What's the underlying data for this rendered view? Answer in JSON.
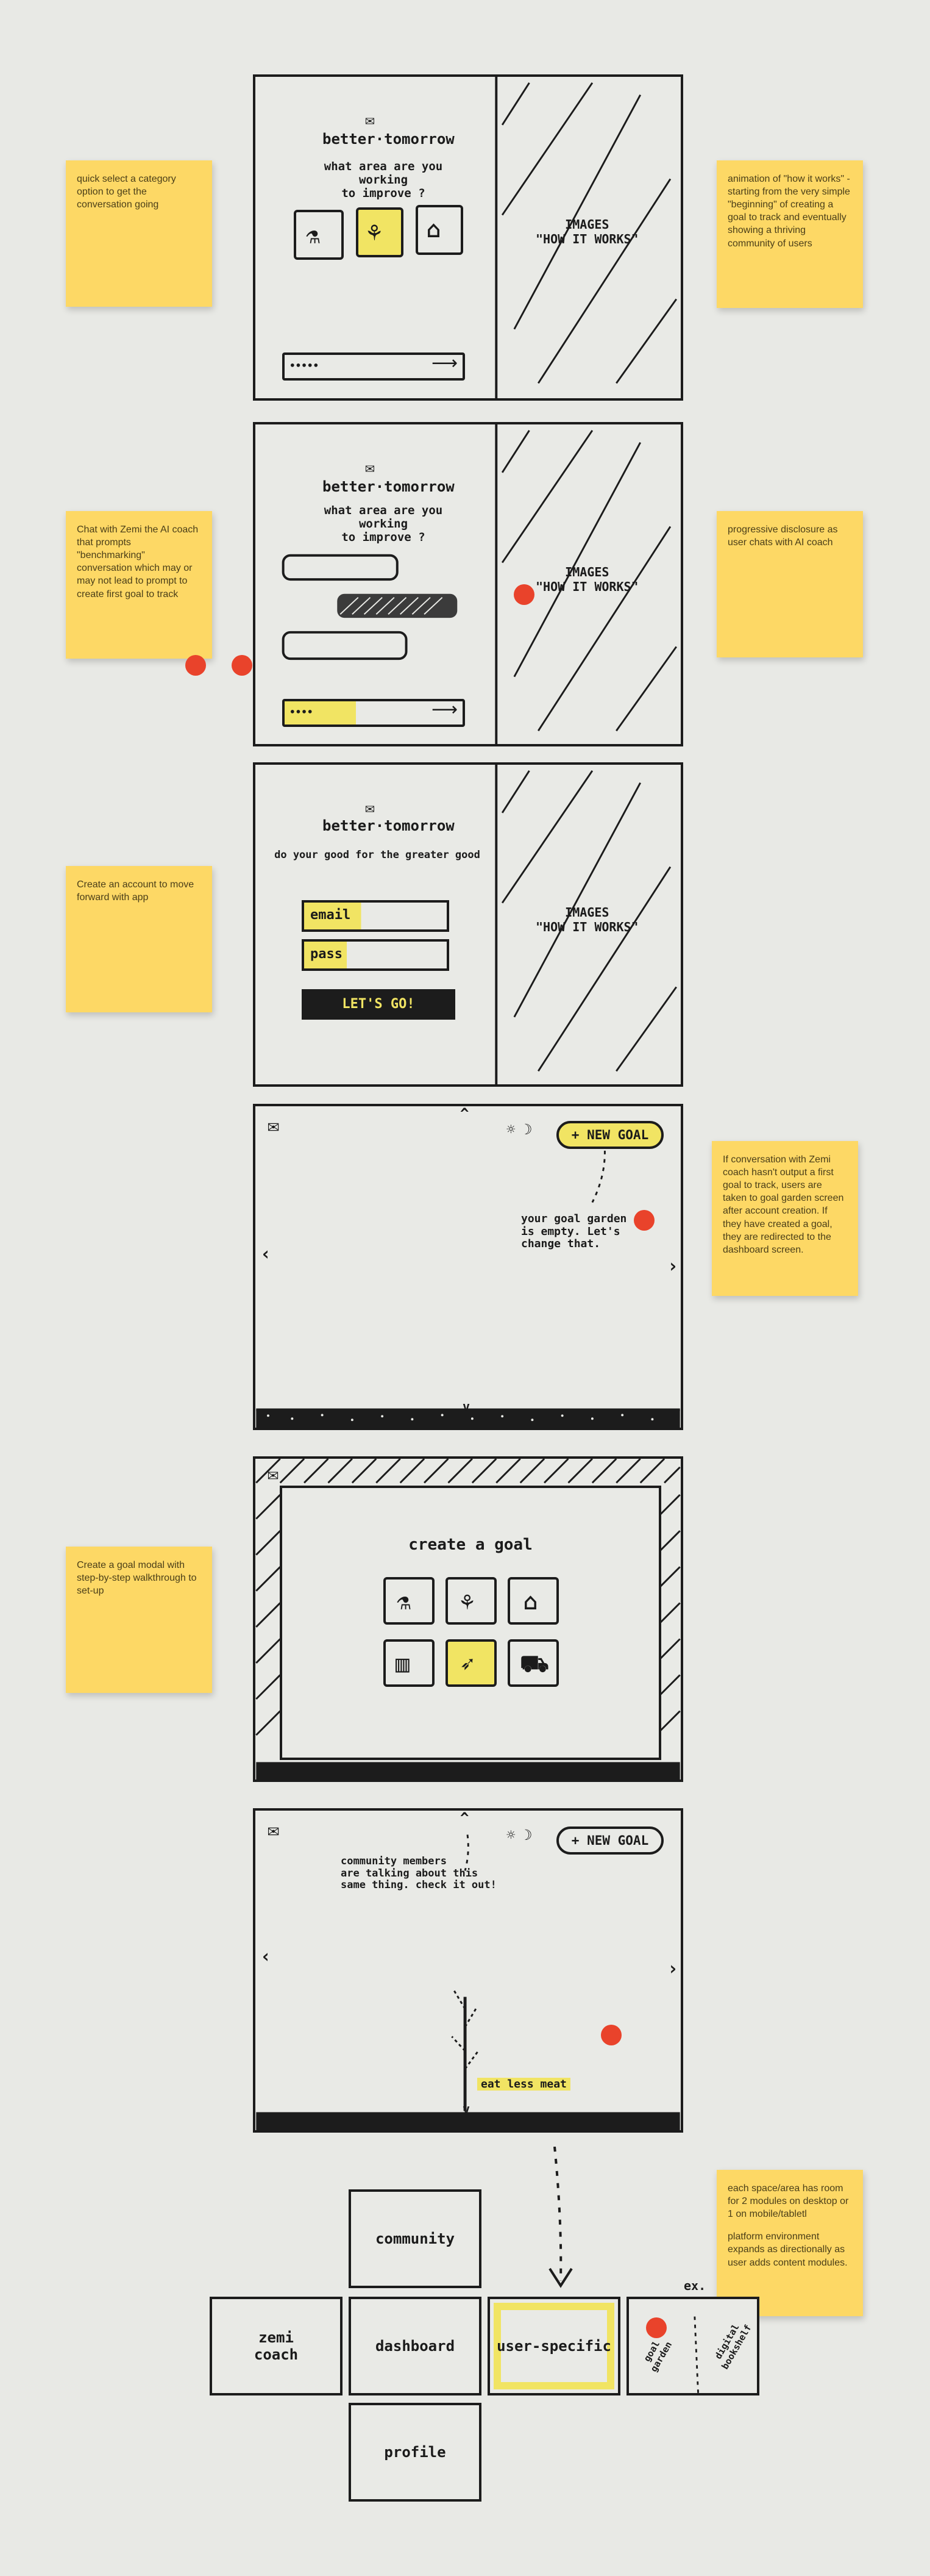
{
  "app": {
    "logo": "better·tomorrow"
  },
  "screen1": {
    "question": "what area are you working\nto improve ?",
    "images_label": "IMAGES\n\"HOW IT WORKS\"",
    "input_dots": "•••••"
  },
  "screen2": {
    "question": "what area are you working\nto improve ?",
    "images_label": "IMAGES\n\"HOW IT WORKS\"",
    "input_dots": "••••"
  },
  "screen3": {
    "tagline": "do your good for the greater good",
    "email_label": "email",
    "pass_label": "pass",
    "cta": "LET'S GO!",
    "images_label": "IMAGES\n\"HOW IT WORKS\""
  },
  "screen4": {
    "new_goal": "+ NEW GOAL",
    "empty_note": "your goal garden\nis empty. Let's\nchange that."
  },
  "screen5": {
    "modal_title": "create a goal"
  },
  "screen6": {
    "new_goal": "+ NEW GOAL",
    "community_note": "community members\nare talking about this\nsame thing. check it out!",
    "plant_label": "eat less meat"
  },
  "modules": {
    "community": "community",
    "zemi_coach": "zemi\ncoach",
    "dashboard": "dashboard",
    "user_specific": "user-specific",
    "profile": "profile",
    "example_prefix": "ex.",
    "goal_garden": "goal\ngarden",
    "digital_bookshelf": "digital\nbookshelf"
  },
  "notes": {
    "n1": "quick select a category option to get the conversation going",
    "n2": "animation of \"how it works\" - starting from the very simple \"beginning\" of creating a goal to track and eventually showing a thriving community of users",
    "n3": "Chat with Zemi the AI coach that prompts \"benchmarking\" conversation which may or may not lead to prompt to create first goal to track",
    "n4": "progressive disclosure as user chats with AI coach",
    "n5": "Create an account to move forward with app",
    "n6": "If conversation with Zemi coach hasn't output a first goal to track, users are taken to goal garden screen after account creation. If they have created a goal, they are redirected to the dashboard screen.",
    "n7": "Create a goal modal with step-by-step walkthrough to set-up",
    "n8a": "each space/area has room for 2 modules on desktop or 1 on mobile/tabletl",
    "n8b": "platform environment expands as directionally as user adds content modules."
  },
  "colors": {
    "background": "#e8e9e5",
    "sticky": "#fdd865",
    "highlight": "#f1e463",
    "accent_dot": "#e9432b",
    "ink": "#1c1c1c"
  }
}
